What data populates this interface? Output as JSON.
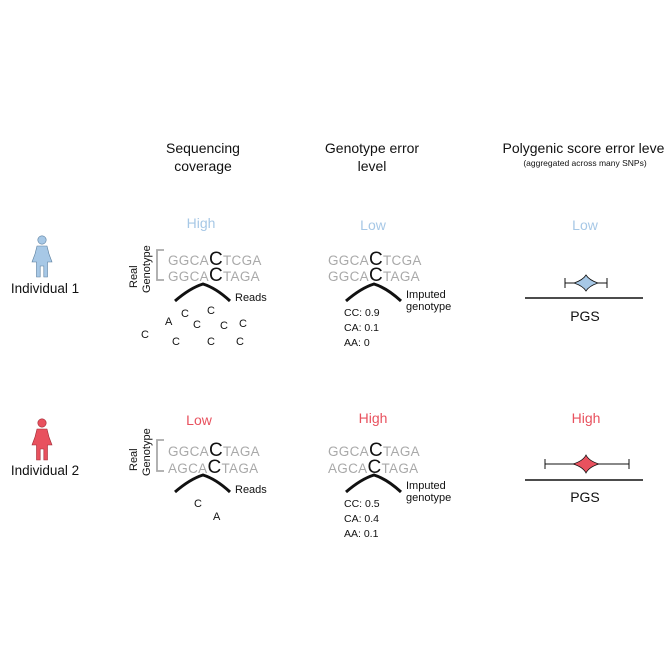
{
  "headers": {
    "coverage_line1": "Sequencing",
    "coverage_line2": "coverage",
    "genotype_line1": "Genotype error",
    "genotype_line2": "level",
    "pgs_line1": "Polygenic score error level",
    "pgs_sub": "(aggregated across many SNPs)"
  },
  "labels": {
    "real_line1": "Real",
    "real_line2": "Genotype",
    "reads": "Reads",
    "imputed_line1": "Imputed",
    "imputed_line2": "genotype",
    "pgs": "PGS"
  },
  "colors": {
    "low": "#a7c8e6",
    "high": "#e8515e",
    "seq_gray": "#a9a9a9",
    "person1": "#a7c8e6",
    "person2": "#e8515e"
  },
  "individuals": [
    {
      "name": "Individual 1",
      "icon": "person-icon",
      "coverage_level": "High",
      "seq_top": {
        "prefix": "GGCA",
        "snp": "C",
        "suffix": "TCGA"
      },
      "seq_bottom": {
        "prefix": "GGCA",
        "snp": "C",
        "suffix": "TAGA"
      },
      "reads": [
        "A",
        "C",
        "C",
        "C",
        "C",
        "C",
        "C",
        "C",
        "C"
      ],
      "genotype_error_level": "Low",
      "imp_top": {
        "prefix": "GGCA",
        "snp": "C",
        "suffix": "TCGA"
      },
      "imp_bottom": {
        "prefix": "GGCA",
        "snp": "C",
        "suffix": "TAGA"
      },
      "probs": [
        "CC: 0.9",
        "CA: 0.1",
        "AA: 0"
      ],
      "pgs_error_level": "Low"
    },
    {
      "name": "Individual 2",
      "icon": "person-icon",
      "coverage_level": "Low",
      "seq_top": {
        "prefix": "GGCA",
        "snp": "C",
        "suffix": "TAGA"
      },
      "seq_bottom": {
        "prefix": "AGCA",
        "snp": "C",
        "suffix": "TAGA"
      },
      "reads": [
        "C",
        "A"
      ],
      "genotype_error_level": "High",
      "imp_top": {
        "prefix": "GGCA",
        "snp": "C",
        "suffix": "TAGA"
      },
      "imp_bottom": {
        "prefix": "AGCA",
        "snp": "C",
        "suffix": "TAGA"
      },
      "probs": [
        "CC: 0.5",
        "CA: 0.4",
        "AA: 0.1"
      ],
      "pgs_error_level": "High"
    }
  ]
}
